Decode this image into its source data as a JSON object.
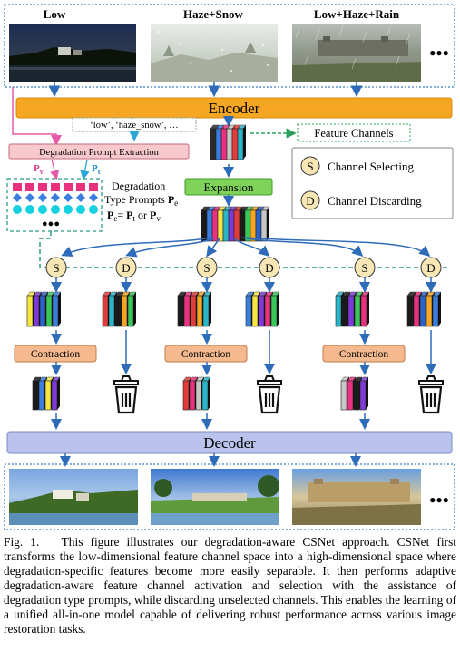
{
  "inputs": {
    "labels": [
      "Low",
      "Haze+Snow",
      "Low+Haze+Rain"
    ],
    "more": "●●●"
  },
  "encoder": "Encoder",
  "prompt_text": "‘low’, ‘haze_snow’, …",
  "feature_channels": "Feature Channels",
  "prompt_extraction": "Degradation Prompt Extraction",
  "pv": "P",
  "pv_sub": "v",
  "pt": "P",
  "pt_sub": "t",
  "degradation_type_prompts": {
    "line1": "Degradation",
    "line2": "Type Prompts",
    "pe": "P",
    "pe_sub": "e",
    "formula_pe": "P",
    "formula_pe_sub": "e",
    "formula_eq": "= ",
    "formula_pt": "P",
    "formula_pt_sub": "t",
    "formula_or": " or ",
    "formula_pv": "P",
    "formula_pv_sub": "v"
  },
  "prompt_more": "●●●",
  "expansion": "Expansion",
  "legend": {
    "s_letter": "S",
    "s_label": "Channel Selecting",
    "d_letter": "D",
    "d_label": "Channel Discarding"
  },
  "branches": [
    "S",
    "D",
    "S",
    "D",
    "S",
    "D"
  ],
  "contraction": "Contraction",
  "decoder": "Decoder",
  "outputs_more": "●●●",
  "colors": {
    "encoder": "#f5a623",
    "decoder": "#b9c3ec",
    "expansion": "#7fd35a",
    "contraction": "#f4b98f",
    "prompt_box": "#f7c9cf",
    "magenta": "#e8317f",
    "blue_diamond": "#3a7fe0",
    "cyan_circle": "#16d1e0",
    "circle_fill": "#f8e7b4",
    "arrow": "#2e6bb8",
    "dashed": "#2a9a86"
  },
  "caption": {
    "label": "Fig. 1.",
    "text": "This figure illustrates our degradation-aware CSNet approach. CSNet first transforms the low-dimensional feature channel space into a high-dimensional space where degradation-specific features become more easily separable. It then performs adaptive degradation-aware feature channel activation and selection with the assistance of degradation type prompts, while discarding unselected channels. This enables the learning of a unified all-in-one model capable of delivering robust performance across various image restoration tasks."
  }
}
